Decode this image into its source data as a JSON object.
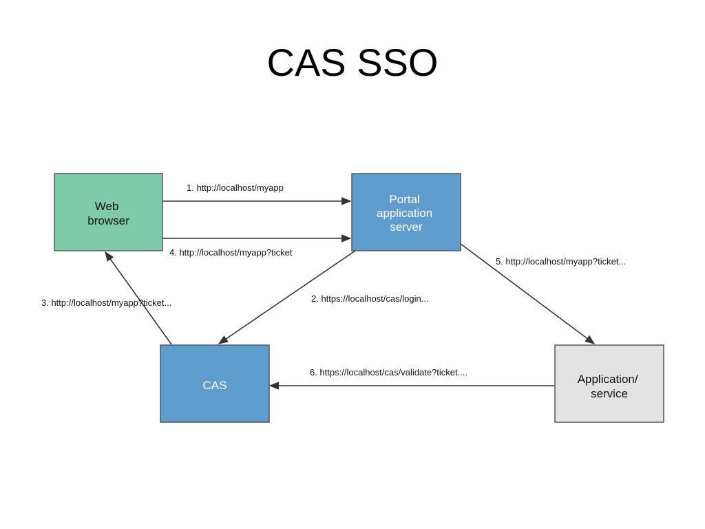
{
  "title": "CAS SSO",
  "colors": {
    "web_browser_fill": "#7fcaaa",
    "blue_fill": "#5e9cce",
    "grey_fill": "#e3e3e3",
    "border": "#555555",
    "edge": "#333333"
  },
  "nodes": {
    "web_browser": {
      "lines": [
        "Web",
        "browser"
      ]
    },
    "portal": {
      "lines": [
        "Portal",
        "application",
        "server"
      ]
    },
    "cas": {
      "lines": [
        "CAS"
      ]
    },
    "app_service": {
      "lines": [
        "Application/",
        "service"
      ]
    }
  },
  "edges": {
    "e1": "1. http://localhost/myapp",
    "e2": "2. https://localhost/cas/login...",
    "e3": "3.  http://localhost/myapp?ticket...",
    "e4": "4.  http://localhost/myapp?ticket",
    "e5": "5. http://localhost/myapp?ticket...",
    "e6": "6. https://localhost/cas/validate?ticket...."
  }
}
